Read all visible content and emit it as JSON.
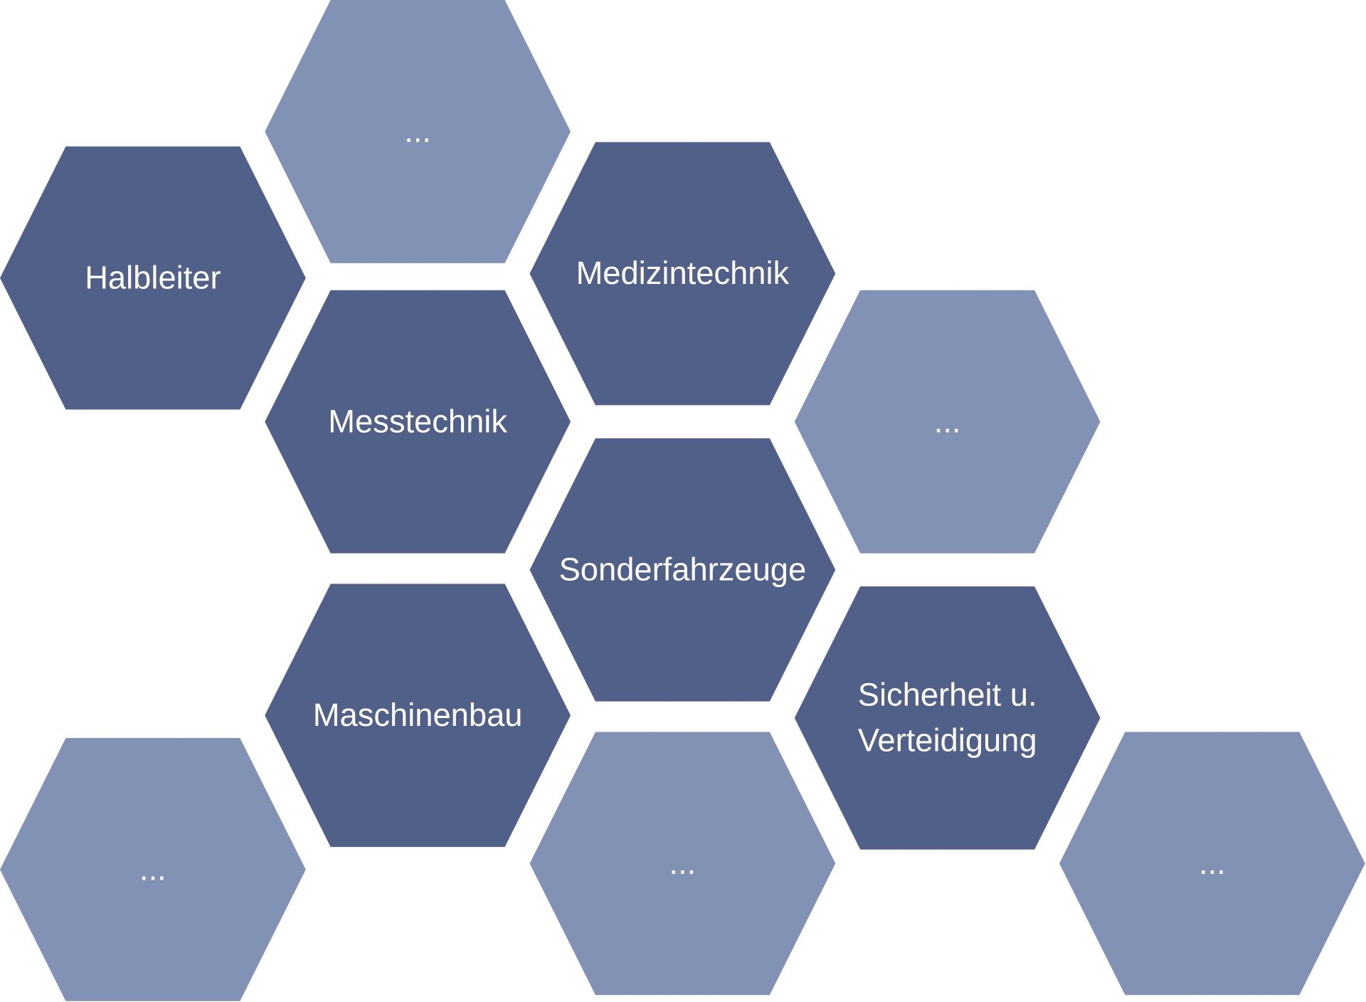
{
  "colors": {
    "primary": "#506089",
    "secondary": "#8292B5",
    "text": "#ffffff"
  },
  "hexagons": [
    {
      "lines": [
        "..."
      ],
      "variant": "secondary"
    },
    {
      "lines": [
        "Halbleiter"
      ],
      "variant": "primary"
    },
    {
      "lines": [
        "Medizintechnik"
      ],
      "variant": "primary"
    },
    {
      "lines": [
        "Messtechnik"
      ],
      "variant": "primary"
    },
    {
      "lines": [
        "..."
      ],
      "variant": "secondary"
    },
    {
      "lines": [
        "Sonderfahrzeuge"
      ],
      "variant": "primary"
    },
    {
      "lines": [
        "Maschinenbau"
      ],
      "variant": "primary"
    },
    {
      "lines": [
        "Sicherheit u.",
        "Verteidigung"
      ],
      "variant": "primary"
    },
    {
      "lines": [
        "..."
      ],
      "variant": "secondary"
    },
    {
      "lines": [
        "..."
      ],
      "variant": "secondary"
    },
    {
      "lines": [
        "..."
      ],
      "variant": "secondary"
    }
  ]
}
